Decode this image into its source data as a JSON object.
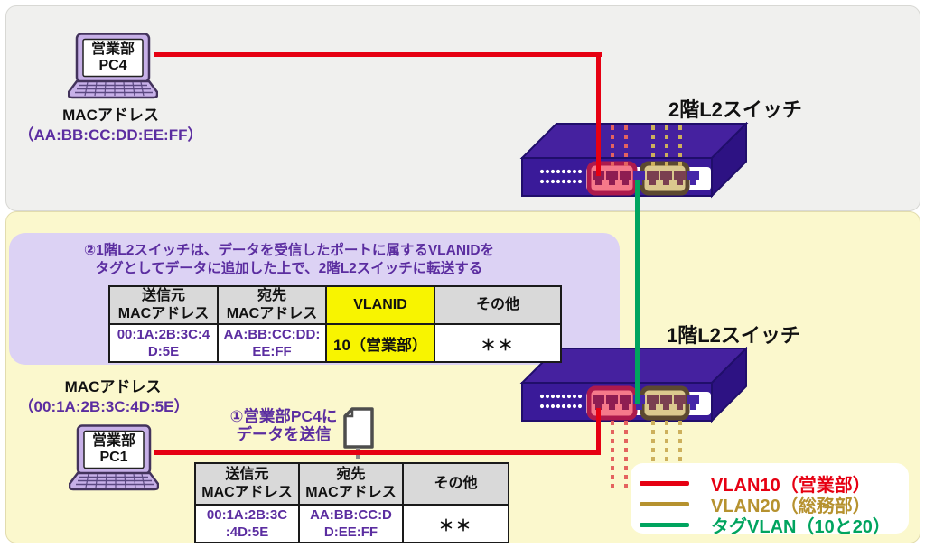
{
  "colors": {
    "vlan10": "#e60012",
    "vlan20": "#b6922f",
    "tag_vlan": "#00a45f",
    "vlanid_highlight": "#f8f400",
    "purple_text": "#5b2da0"
  },
  "floor2": {
    "switch_label": "2階L2スイッチ"
  },
  "floor1": {
    "switch_label": "1階L2スイッチ"
  },
  "pc4": {
    "screen_line1": "営業部",
    "screen_line2": "PC4",
    "mac_label": "MACアドレス",
    "mac_value": "（AA:BB:CC:DD:EE:FF）"
  },
  "pc1": {
    "screen_line1": "営業部",
    "screen_line2": "PC1",
    "mac_label": "MACアドレス",
    "mac_value": "（00:1A:2B:3C:4D:5E）"
  },
  "step1": {
    "line1": "①営業部PC4に",
    "line2": "データを送信"
  },
  "step2": {
    "line1": "②1階L2スイッチは、データを受信したポートに属するVLANIDを",
    "line2": "タグとしてデータに追加した上で、2階L2スイッチに転送する"
  },
  "tagged_frame_table": {
    "headers": [
      "送信元\nMACアドレス",
      "宛先\nMACアドレス",
      "VLANID",
      "その他"
    ],
    "row": [
      "00:1A:2B:3C:4\nD:5E",
      "AA:BB:CC:DD:\nEE:FF",
      "10（営業部）",
      "＊＊"
    ]
  },
  "original_frame_table": {
    "headers": [
      "送信元\nMACアドレス",
      "宛先\nMACアドレス",
      "その他"
    ],
    "row": [
      "00:1A:2B:3C\n:4D:5E",
      "AA:BB:CC:D\nD:EE:FF",
      "＊＊"
    ]
  },
  "legend": {
    "items": [
      {
        "label": "VLAN10（営業部）",
        "color": "#e60012"
      },
      {
        "label": "VLAN20（総務部）",
        "color": "#b6922f"
      },
      {
        "label": "タグVLAN（10と20）",
        "color": "#00a45f"
      }
    ]
  }
}
